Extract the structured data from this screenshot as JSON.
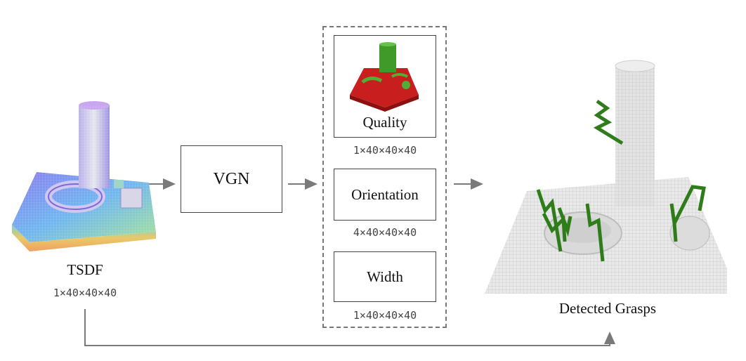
{
  "input": {
    "label": "TSDF",
    "shape": "1×40×40×40"
  },
  "network": {
    "label": "VGN"
  },
  "outputs": [
    {
      "label": "Quality",
      "shape": "1×40×40×40"
    },
    {
      "label": "Orientation",
      "shape": "4×40×40×40"
    },
    {
      "label": "Width",
      "shape": "1×40×40×40"
    }
  ],
  "result": {
    "label": "Detected Grasps"
  },
  "colors": {
    "arrow": "#7a7a7a",
    "grasp": "#2e7d1a",
    "quality_high": "#cc2020",
    "dashed_border": "#777777"
  }
}
